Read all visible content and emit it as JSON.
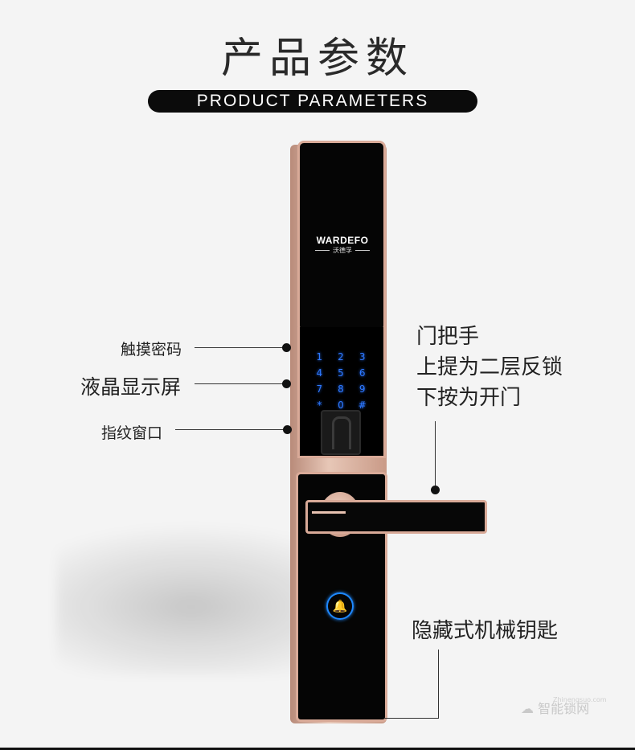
{
  "header": {
    "title": "产品参数",
    "subtitle": "PRODUCT PARAMETERS"
  },
  "lock": {
    "logo_main": "WARDEFO",
    "logo_sub": "沃德孚",
    "keypad": [
      "1",
      "2",
      "3",
      "4",
      "5",
      "6",
      "7",
      "8",
      "9",
      "*",
      "0",
      "#"
    ],
    "keypad_color": "#2e79ff"
  },
  "callouts": {
    "touch_password": "触摸密码",
    "lcd_display": "液晶显示屏",
    "fingerprint_window": "指纹窗口",
    "handle_line1": "门把手",
    "handle_line2": "上提为二层反锁",
    "handle_line3": "下按为开门",
    "hidden_key": "隐藏式机械钥匙"
  },
  "watermark": {
    "text": "智能锁网",
    "small": "Zhinengsuo.com"
  }
}
